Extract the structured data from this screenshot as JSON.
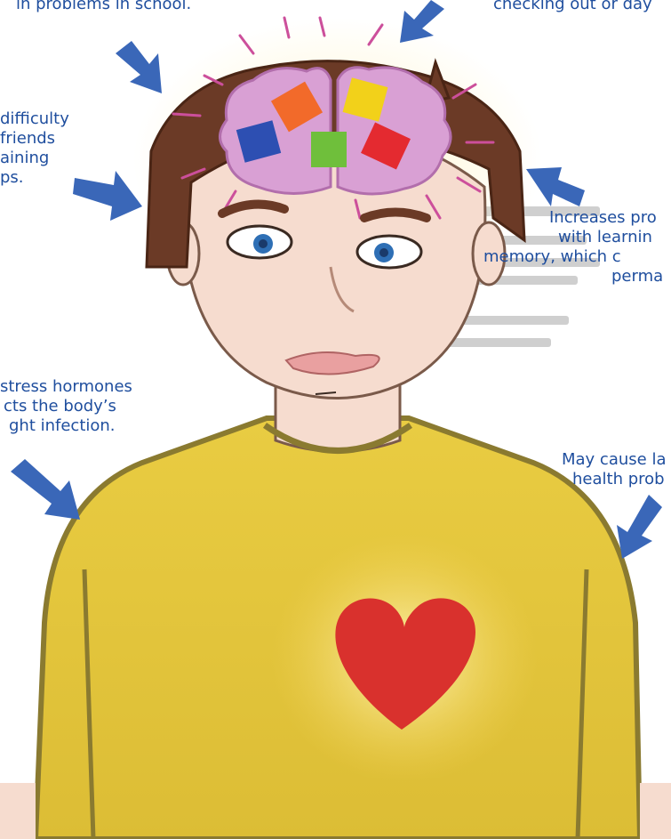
{
  "captions": {
    "top_left": [
      "in problems in school."
    ],
    "top_right": [
      "checking out or day"
    ],
    "left_mid": [
      "difficulty",
      "friends",
      "aining",
      "ps."
    ],
    "right_mid": [
      "Increases pro",
      "with learnin",
      "memory, which c",
      "perma"
    ],
    "left_low": [
      "stress hormones",
      "cts the body’s",
      "ght infection."
    ],
    "right_low": [
      "May cause la",
      "health prob"
    ]
  },
  "colors": {
    "caption_text": "#1f4e9e",
    "arrow": "#3a67b8",
    "background": "#ffffff",
    "faded_text": "#bfbfbf",
    "shirt": "#e8c93a",
    "heart": "#d9312d",
    "hair": "#6b3a26",
    "skin": "#f6dccf",
    "brain": "#d9a0d4"
  },
  "icons": [
    "arrow-icon",
    "brain-icon",
    "puzzle-piece-icon",
    "heart-icon"
  ]
}
